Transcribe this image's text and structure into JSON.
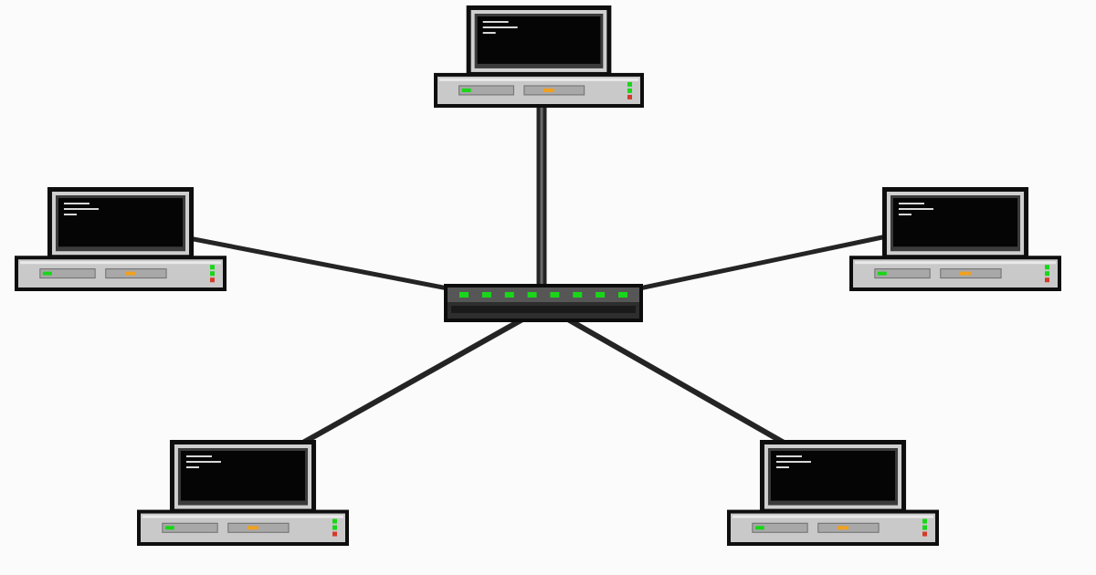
{
  "diagram": {
    "topology": "star",
    "colors": {
      "background": "#fbfbfb",
      "cable": "#242424",
      "monitor_frame": "#0e0e0e",
      "monitor_bezel": "#cfcfcf",
      "screen": "#050505",
      "case_body": "#c9c9c9",
      "hub_body": "#2e2e2e",
      "led_green": "#19d619",
      "led_orange": "#f0a020",
      "led_red": "#d63a2a"
    },
    "hub": {
      "port_count": 8,
      "icon": "network-hub-icon"
    },
    "computers": [
      {
        "id": "top",
        "icon": "desktop-computer-icon"
      },
      {
        "id": "left",
        "icon": "desktop-computer-icon"
      },
      {
        "id": "right",
        "icon": "desktop-computer-icon"
      },
      {
        "id": "bottom-left",
        "icon": "desktop-computer-icon"
      },
      {
        "id": "bottom-right",
        "icon": "desktop-computer-icon"
      }
    ]
  }
}
